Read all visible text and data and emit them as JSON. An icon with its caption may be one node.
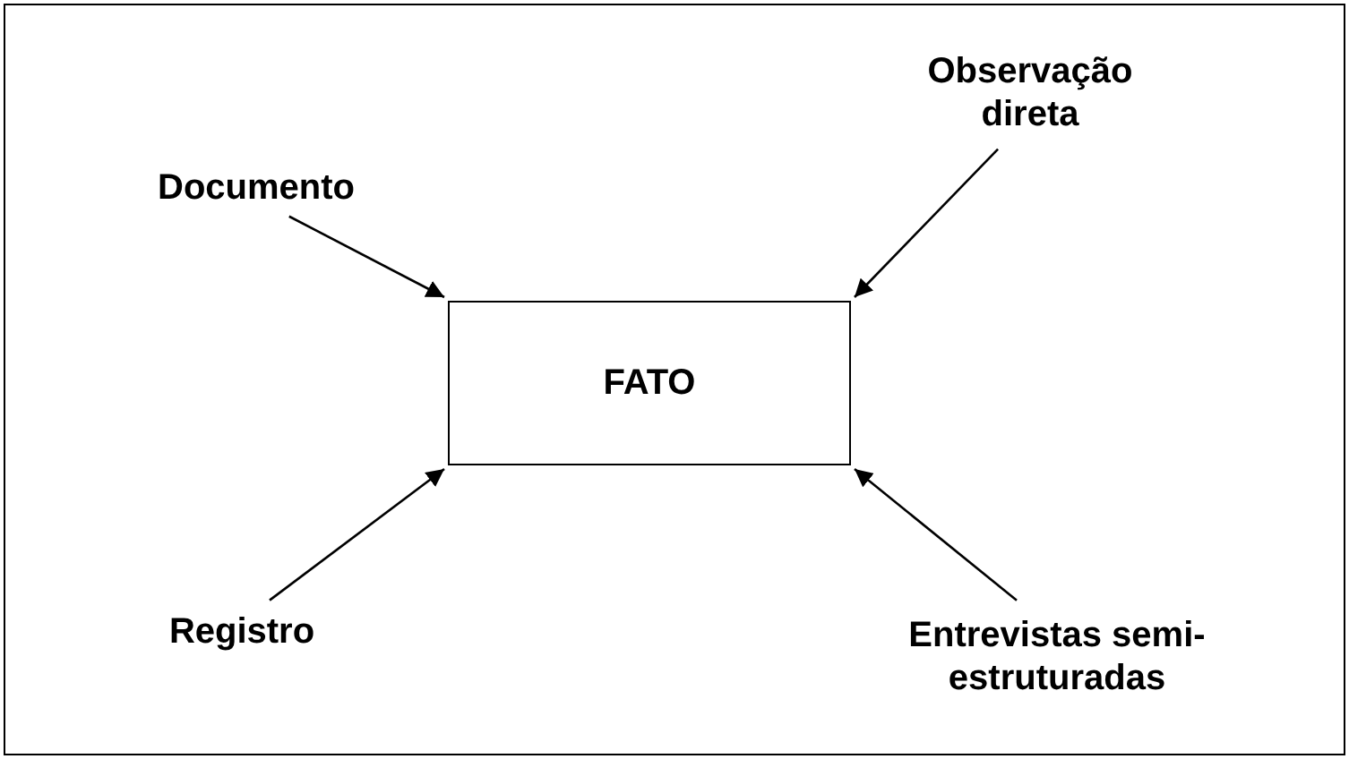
{
  "diagram": {
    "nodes": [
      {
        "text": [
          "Documento"
        ]
      },
      {
        "text": [
          "Observação direta"
        ]
      },
      {
        "text": [
          "FATO"
        ]
      },
      {
        "text": [
          "Registro"
        ]
      },
      {
        "text": [
          "Entrevistas semi-estruturadas"
        ]
      }
    ],
    "edges": [
      {
        "from": 0,
        "to": 2,
        "arrow": "to"
      },
      {
        "from": 1,
        "to": 2,
        "arrow": "to"
      },
      {
        "from": 3,
        "to": 2,
        "arrow": "to"
      },
      {
        "from": 4,
        "to": 2,
        "arrow": "to"
      }
    ]
  }
}
